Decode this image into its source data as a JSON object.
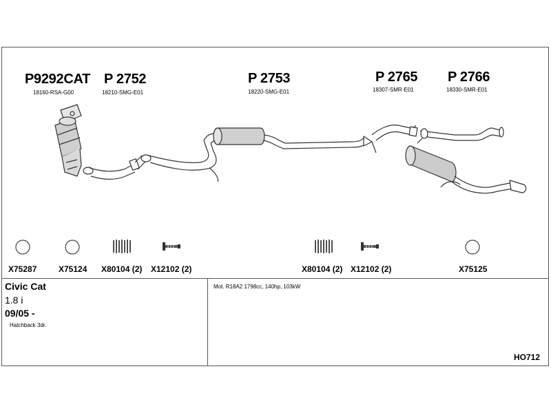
{
  "parts": [
    {
      "code": "P9292CAT",
      "ref": "18160-RSA-G00"
    },
    {
      "code": "P 2752",
      "ref": "18210-SMG-E01"
    },
    {
      "code": "P 2753",
      "ref": "18220-SMG-E01"
    },
    {
      "code": "P 2765",
      "ref": "18307-SMR-E01"
    },
    {
      "code": "P 2766",
      "ref": "18330-SMR-E01"
    }
  ],
  "accessories": [
    {
      "label": "X75287",
      "icon": "ring-gasket-icon"
    },
    {
      "label": "X75124",
      "icon": "ring-gasket-icon"
    },
    {
      "label": "X80104 (2)",
      "icon": "spring-icon"
    },
    {
      "label": "X12102 (2)",
      "icon": "bolt-icon"
    },
    {
      "label": "X80104 (2)",
      "icon": "spring-icon"
    },
    {
      "label": "X12102 (2)",
      "icon": "bolt-icon"
    },
    {
      "label": "X75125",
      "icon": "ring-gasket-icon"
    }
  ],
  "vehicle": {
    "model": "Civic Cat",
    "engine_size": "1.8 i",
    "date": "09/05 -",
    "body": "Hatchback 3dr."
  },
  "engine_info": "Mot. R18A2 1798cc, 140hp, 103kW",
  "diagram_code": "HO712",
  "colors": {
    "line": "#333333",
    "fill": "#d8d8d8"
  }
}
